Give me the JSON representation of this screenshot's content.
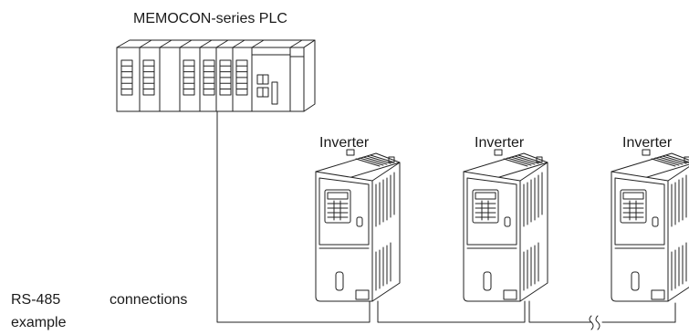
{
  "plc": {
    "title": "MEMOCON-series PLC"
  },
  "inverters": [
    {
      "label": "Inverter"
    },
    {
      "label": "Inverter"
    },
    {
      "label": "Inverter"
    }
  ],
  "caption": {
    "part1": "RS-485",
    "part2": "connections",
    "part3": "example"
  },
  "colors": {
    "line": "#222222",
    "fill": "#ffffff"
  }
}
